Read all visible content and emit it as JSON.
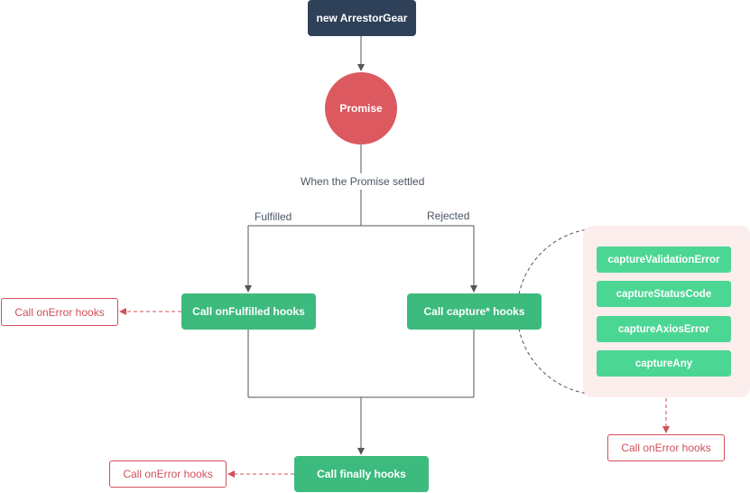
{
  "nodes": {
    "start": "new ArrestorGear",
    "promise": "Promise",
    "on_fulfilled": "Call onFulfilled hooks",
    "capture": "Call capture* hooks",
    "finally": "Call finally hooks"
  },
  "labels": {
    "settled": "When the Promise settled",
    "fulfilled": "Fulfilled",
    "rejected": "Rejected"
  },
  "capture_hooks": [
    "captureValidationError",
    "captureStatusCode",
    "captureAxiosError",
    "captureAny"
  ],
  "error_nodes": [
    "Call onError hooks",
    "Call onError hooks",
    "Call onError hooks"
  ],
  "colors": {
    "start": "#2f4159",
    "promise": "#dc5960",
    "step": "#3dba7d",
    "hook": "#4cd694",
    "error": "#d0505a",
    "panel": "#fdeeee"
  }
}
